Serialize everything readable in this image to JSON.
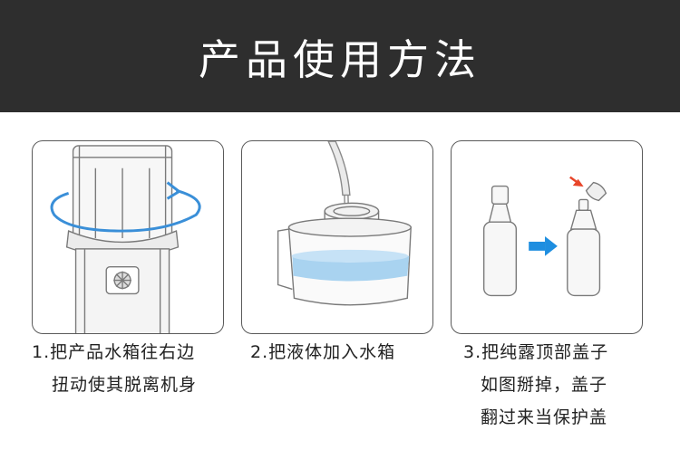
{
  "header": {
    "title": "产品使用方法"
  },
  "steps": [
    {
      "lines": [
        "1.把产品水箱往右边",
        "扭动使其脱离机身"
      ]
    },
    {
      "lines": [
        "2.把液体加入水箱"
      ]
    },
    {
      "lines": [
        "3.把纯露顶部盖子",
        "如图掰掉，盖子",
        "翻过来当保护盖"
      ]
    }
  ],
  "colors": {
    "header_bg": "#2e2e2e",
    "rotate_arrow": "#3a8fd8",
    "water": "#a9d3f0",
    "direction_arrow": "#1e8ee0",
    "break_arrow": "#e8462a"
  },
  "icons": [
    "rotate-arrow-icon",
    "pour-stream-icon",
    "direction-arrow-icon",
    "break-arrow-icon"
  ]
}
